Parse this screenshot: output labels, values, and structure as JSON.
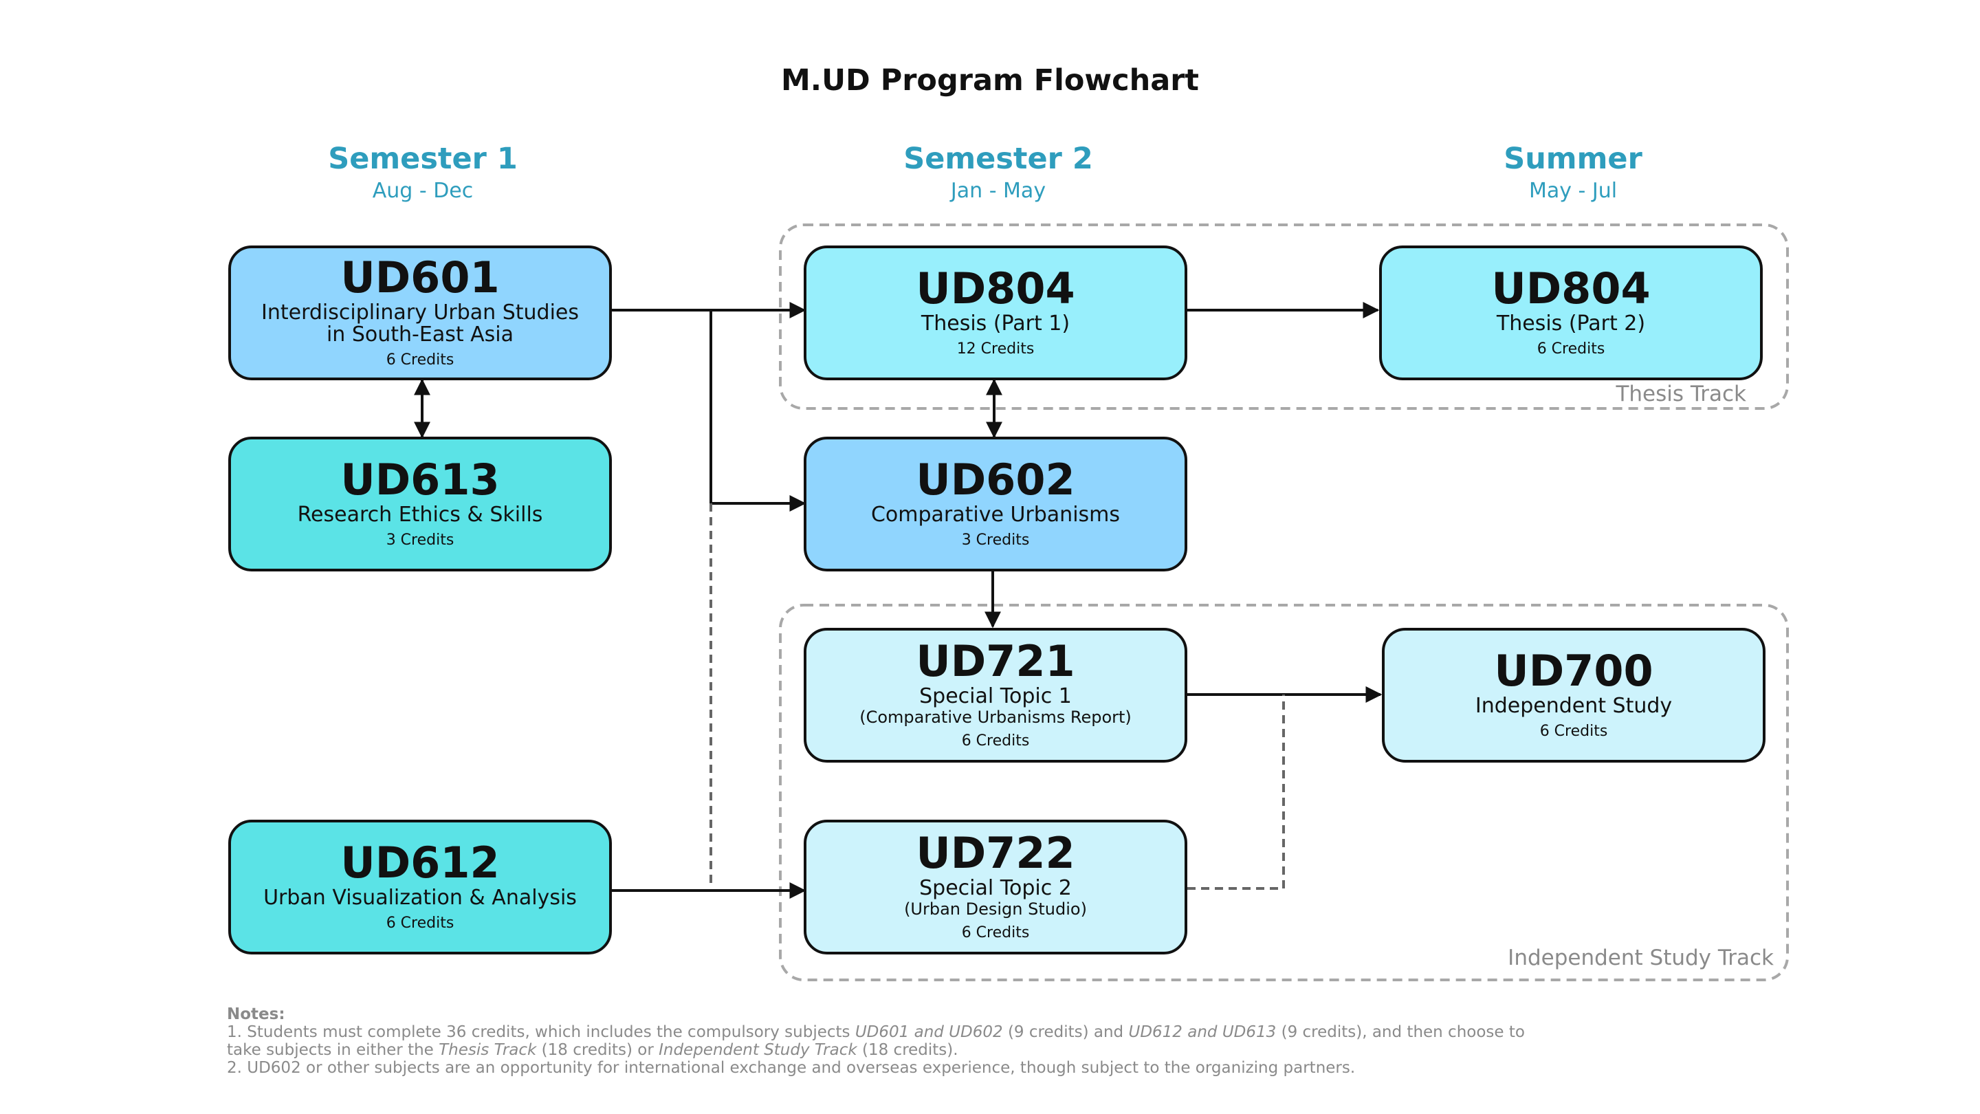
{
  "title": "M.UD Program Flowchart",
  "semesters": [
    {
      "name": "Semester 1",
      "range": "Aug - Dec"
    },
    {
      "name": "Semester 2",
      "range": "Jan - May"
    },
    {
      "name": "Summer",
      "range": "May - Jul"
    }
  ],
  "courses": {
    "ud601": {
      "code": "UD601",
      "title_line1": "Interdisciplinary Urban Studies",
      "title_line2": "in South-East Asia",
      "credits": "6 Credits"
    },
    "ud613": {
      "code": "UD613",
      "title": "Research Ethics & Skills",
      "credits": "3 Credits"
    },
    "ud612": {
      "code": "UD612",
      "title": "Urban Visualization & Analysis",
      "credits": "6 Credits"
    },
    "ud804a": {
      "code": "UD804",
      "title": "Thesis (Part 1)",
      "credits": "12 Credits"
    },
    "ud602": {
      "code": "UD602",
      "title": "Comparative Urbanisms",
      "credits": "3 Credits"
    },
    "ud721": {
      "code": "UD721",
      "title": "Special Topic 1",
      "subtitle": "(Comparative Urbanisms Report)",
      "credits": "6 Credits"
    },
    "ud722": {
      "code": "UD722",
      "title": "Special Topic 2",
      "subtitle": "(Urban Design Studio)",
      "credits": "6 Credits"
    },
    "ud804b": {
      "code": "UD804",
      "title": "Thesis (Part 2)",
      "credits": "6 Credits"
    },
    "ud700": {
      "code": "UD700",
      "title": "Independent Study",
      "credits": "6 Credits"
    }
  },
  "tracks": {
    "thesis": "Thesis Track",
    "independent": "Independent Study Track"
  },
  "notes": {
    "heading": "Notes:",
    "n1_a": "1. Students must complete 36 credits, which includes the compulsory subjects ",
    "n1_b": "UD601 and UD602",
    "n1_c": " (9 credits) and ",
    "n1_d": "UD612 and UD613",
    "n1_e": " (9 credits), and then choose to",
    "n1_f": "take subjects in either the ",
    "n1_g": "Thesis Track",
    "n1_h": " (18 credits) or ",
    "n1_i": "Independent Study Track",
    "n1_j": " (18 credits).",
    "n2": "2. UD602 or other subjects are an opportunity for international exchange and overseas experience, though subject to the organizing partners."
  },
  "colors": {
    "semester_heading": "#2e9dbd",
    "core_blue": "#90d5fe",
    "core_teal": "#5be3e6",
    "thesis_cyan": "#98effc",
    "independent_pale": "#cdf3fc",
    "track_border": "#a8a8a8",
    "notes_text": "#8a8a8a"
  }
}
